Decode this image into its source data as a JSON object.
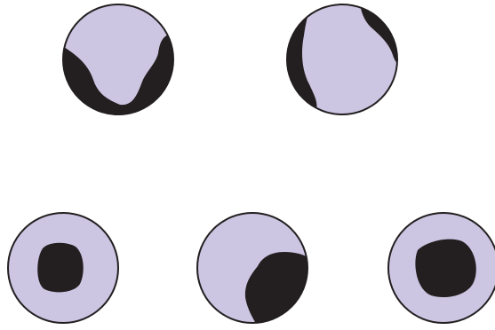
{
  "diagram": {
    "colors": {
      "background": "#ffffff",
      "cell_fill": "#cdc6e3",
      "dark_region": "#231f20",
      "outline": "#231f20"
    },
    "cells": [
      {
        "id": "top-left-cell",
        "dark_shape": "bottom-region-with-notch"
      },
      {
        "id": "top-right-cell",
        "dark_shape": "two-side-caps"
      },
      {
        "id": "bottom-left-cell",
        "dark_shape": "small-central-blob"
      },
      {
        "id": "bottom-middle-cell",
        "dark_shape": "lower-right-crescent"
      },
      {
        "id": "bottom-right-cell",
        "dark_shape": "large-central-blob"
      }
    ]
  }
}
